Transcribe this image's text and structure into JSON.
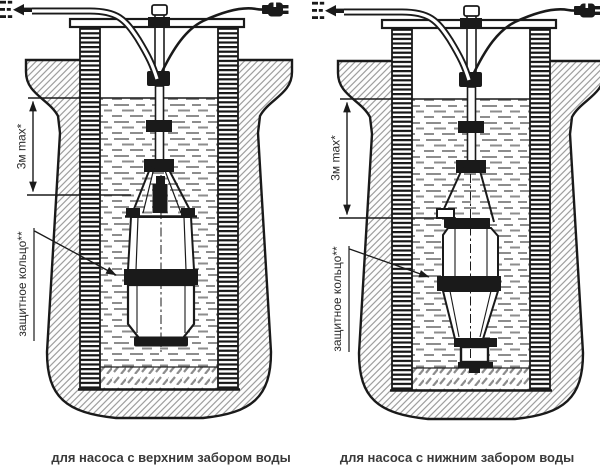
{
  "diagrams": {
    "left": {
      "depth_label": "3м max*",
      "ring_label": "защитное кольцо**",
      "caption": "для насоса с верхним забором воды"
    },
    "right": {
      "depth_label": "3м max*",
      "ring_label": "защитное кольцо**",
      "caption": "для насоса с нижним забором воды"
    },
    "colors": {
      "line": "#1a1a1a",
      "hatch": "#9f9f9f",
      "water_dash": "#8d8d8d"
    }
  }
}
